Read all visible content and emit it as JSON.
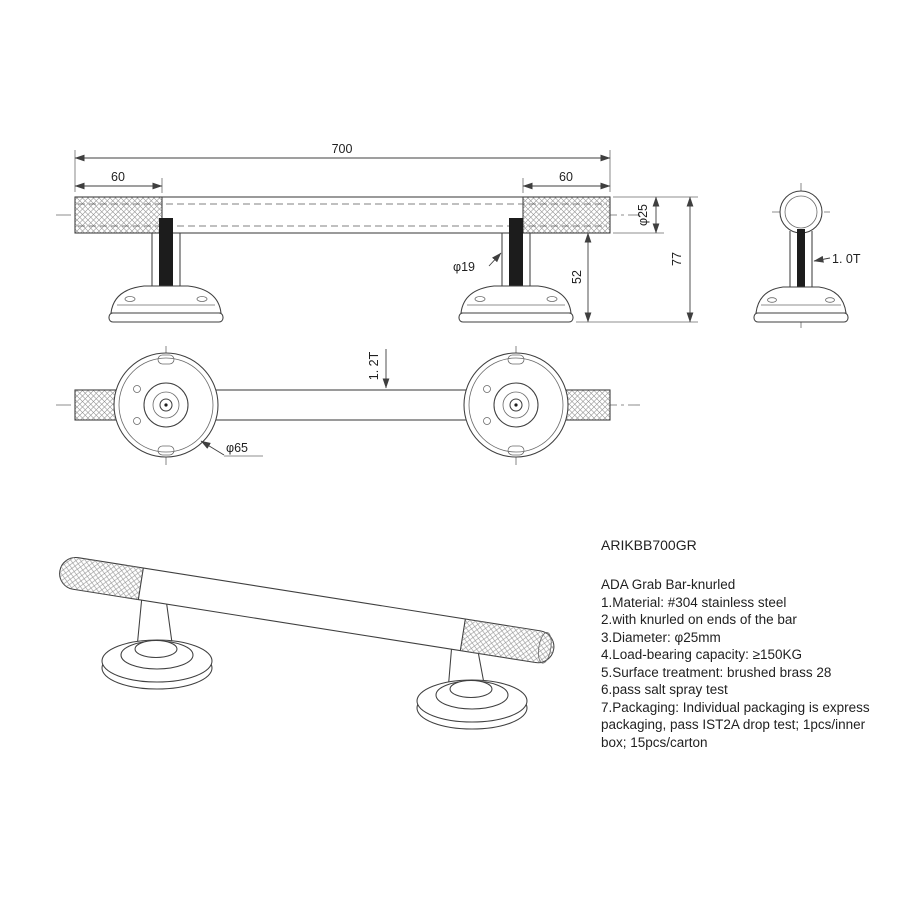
{
  "product": {
    "code": "ARIKBB700GR",
    "lines": [
      "ADA Grab Bar-knurled",
      "1.Material: #304 stainless steel",
      "2.with knurled on ends of the bar",
      "3.Diameter: φ25mm",
      "4.Load-bearing capacity: ≥150KG",
      "5.Surface treatment: brushed brass 28",
      "6.pass salt spray test",
      "7.Packaging: Individual packaging is express",
      "packaging, pass IST2A drop test; 1pcs/inner",
      "box; 15pcs/carton"
    ]
  },
  "dims": {
    "overall_length": "700",
    "knurl_left": "60",
    "knurl_right": "60",
    "bar_diameter": "φ25",
    "post_diameter": "φ19",
    "post_height": "52",
    "overall_height": "77",
    "tube_wall_thickness": "1. 0T",
    "plate_thickness": "1. 2T",
    "flange_diameter": "φ65"
  },
  "colors": {
    "line": "#3f3f3f",
    "hatch": "#8f8f8f",
    "text": "#1f1f1f",
    "background": "#ffffff"
  }
}
